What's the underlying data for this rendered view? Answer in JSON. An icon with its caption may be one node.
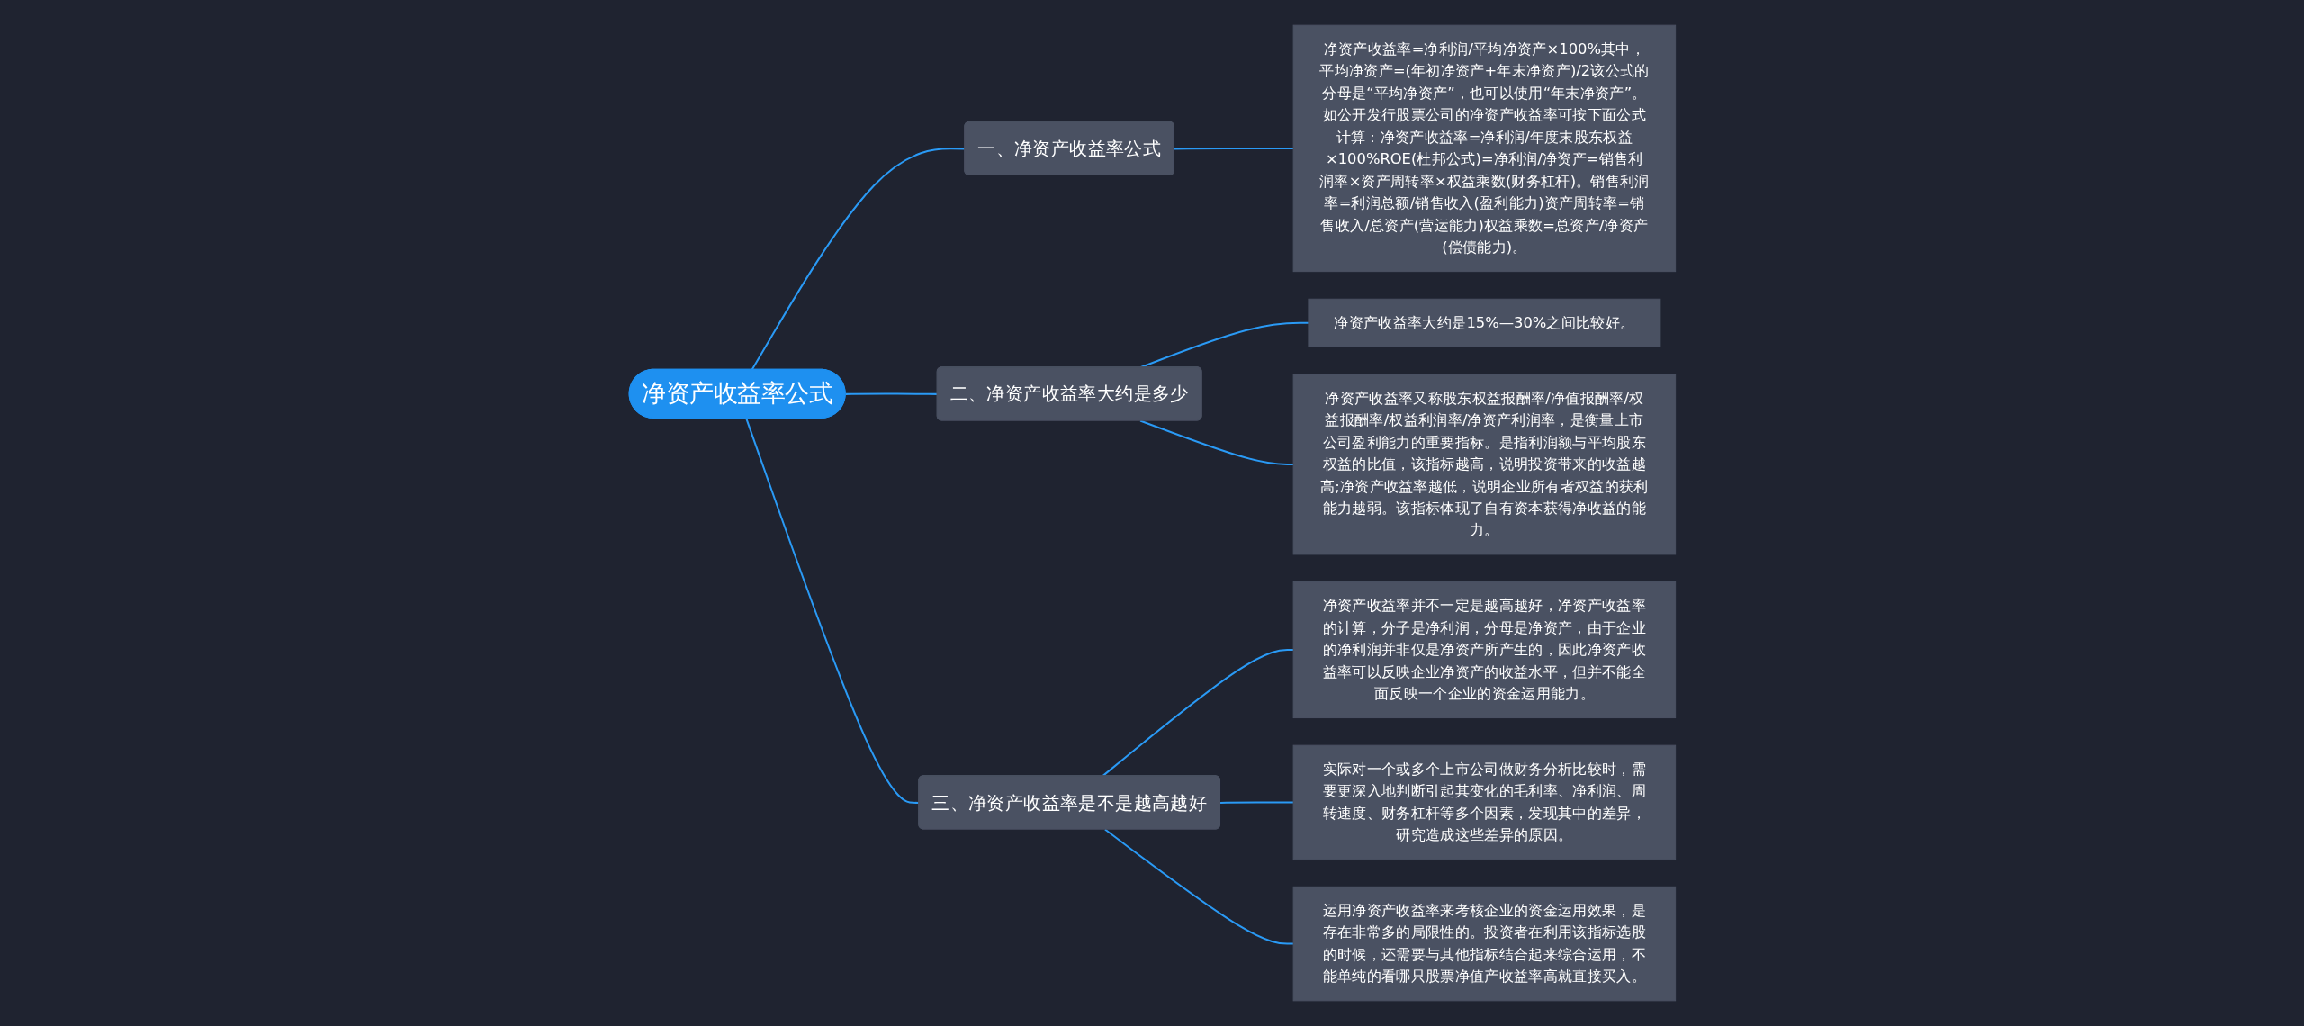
{
  "diagram": {
    "nodes": [
      {
        "text": [
          "净资产收益率公式"
        ]
      },
      {
        "text": [
          "一、净资产收益率公式"
        ]
      },
      {
        "text": [
          "净资产收益率=净利润/平均净资产×100%其中，平均净资产=(年初净资产+年末净资产)/2该公式的分母是“平均净资产”，也可以使用“年末净资产”。如公开发行股票公司的净资产收益率可按下面公式计算：净资产收益率=净利润/年度末股东权益×100%ROE(杜邦公式)=净利润/净资产=销售利润率×资产周转率×权益乘数(财务杠杆)。销售利润率=利润总额/销售收入(盈利能力)资产周转率=销售收入/总资产(营运能力)权益乘数=总资产/净资产(偿债能力)。"
        ]
      },
      {
        "text": [
          "二、净资产收益率大约是多少"
        ]
      },
      {
        "text": [
          "净资产收益率大约是15%—30%之间比较好。"
        ]
      },
      {
        "text": [
          "净资产收益率又称股东权益报酬率/净值报酬率/权益报酬率/权益利润率/净资产利润率，是衡量上市公司盈利能力的重要指标。是指利润额与平均股东权益的比值，该指标越高，说明投资带来的收益越高;净资产收益率越低，说明企业所有者权益的获利能力越弱。该指标体现了自有资本获得净收益的能力。"
        ]
      },
      {
        "text": [
          "三、净资产收益率是不是越高越好"
        ]
      },
      {
        "text": [
          "净资产收益率并不一定是越高越好，净资产收益率的计算，分子是净利润，分母是净资产，由于企业的净利润并非仅是净资产所产生的，因此净资产收益率可以反映企业净资产的收益水平，但并不能全面反映一个企业的资金运用能力。"
        ]
      },
      {
        "text": [
          "实际对一个或多个上市公司做财务分析比较时，需要更深入地判断引起其变化的毛利率、净利润、周转速度、财务杠杆等多个因素，发现其中的差异，研究造成这些差异的原因。"
        ]
      },
      {
        "text": [
          "运用净资产收益率来考核企业的资金运用效果，是存在非常多的局限性的。投资者在利用该指标选股的时候，还需要与其他指标结合起来综合运用，不能单纯的看哪只股票净值产收益率高就直接买入。"
        ]
      }
    ],
    "edges": [
      {
        "from": 0,
        "to": 1,
        "arrow": "none"
      },
      {
        "from": 1,
        "to": 2,
        "arrow": "none"
      },
      {
        "from": 0,
        "to": 3,
        "arrow": "none"
      },
      {
        "from": 3,
        "to": 4,
        "arrow": "none"
      },
      {
        "from": 3,
        "to": 5,
        "arrow": "none"
      },
      {
        "from": 0,
        "to": 6,
        "arrow": "none"
      },
      {
        "from": 6,
        "to": 7,
        "arrow": "none"
      },
      {
        "from": 6,
        "to": 8,
        "arrow": "none"
      },
      {
        "from": 6,
        "to": 9,
        "arrow": "none"
      }
    ]
  }
}
